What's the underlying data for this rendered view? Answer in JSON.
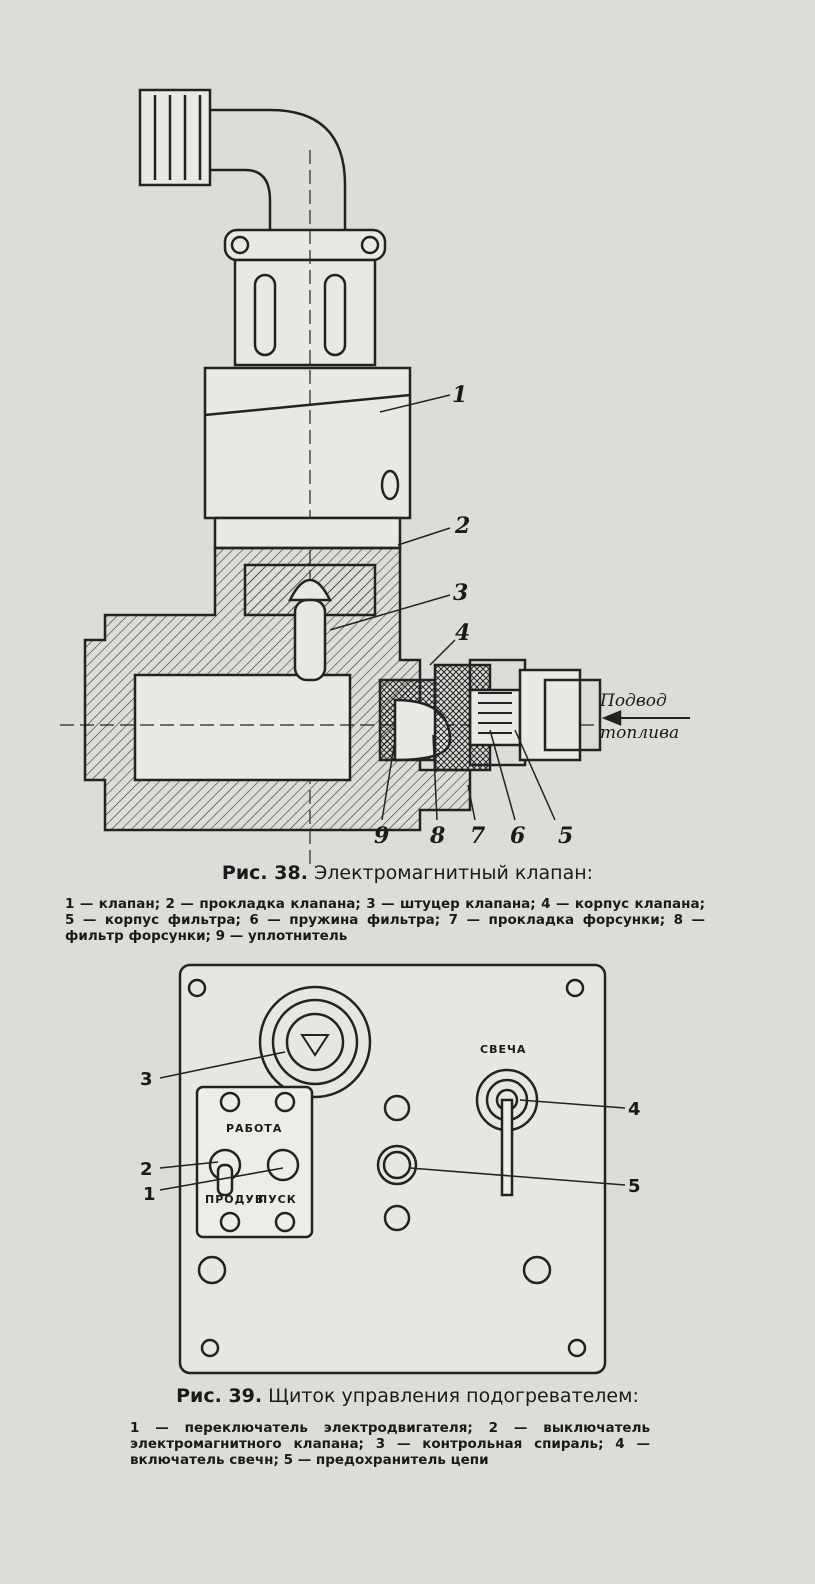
{
  "figure38": {
    "caption_number": "Рис. 38.",
    "caption_title": "Электромагнитный клапан:",
    "legend": "1 — клапан; 2 — прокладка клапана; 3 — штуцер клапана; 4 — корпус клапана; 5 — корпус фильтра; 6 — пружина фильтра; 7 — прокладка форсунки; 8 — фильтр форсунки; 9 — уплотнитель",
    "callouts": [
      "1",
      "2",
      "3",
      "4",
      "5",
      "6",
      "7",
      "8",
      "9"
    ],
    "arrow_label_line1": "Подвод",
    "arrow_label_line2": "топлива"
  },
  "figure39": {
    "caption_number": "Рис. 39.",
    "caption_title": "Щиток управления подогревателем:",
    "legend": "1 — переключатель электродвигателя; 2 — выключатель электромагнитного клапана; 3 — контрольная спираль; 4 — включатель свечн; 5 — предохранитель цепи",
    "panel_labels": {
      "rabota": "РАБОТА",
      "produv": "ПРОДУВ",
      "pusk": "ПУСК",
      "svecha": "СВЕЧА"
    },
    "callouts": [
      "1",
      "2",
      "3",
      "4",
      "5"
    ]
  }
}
